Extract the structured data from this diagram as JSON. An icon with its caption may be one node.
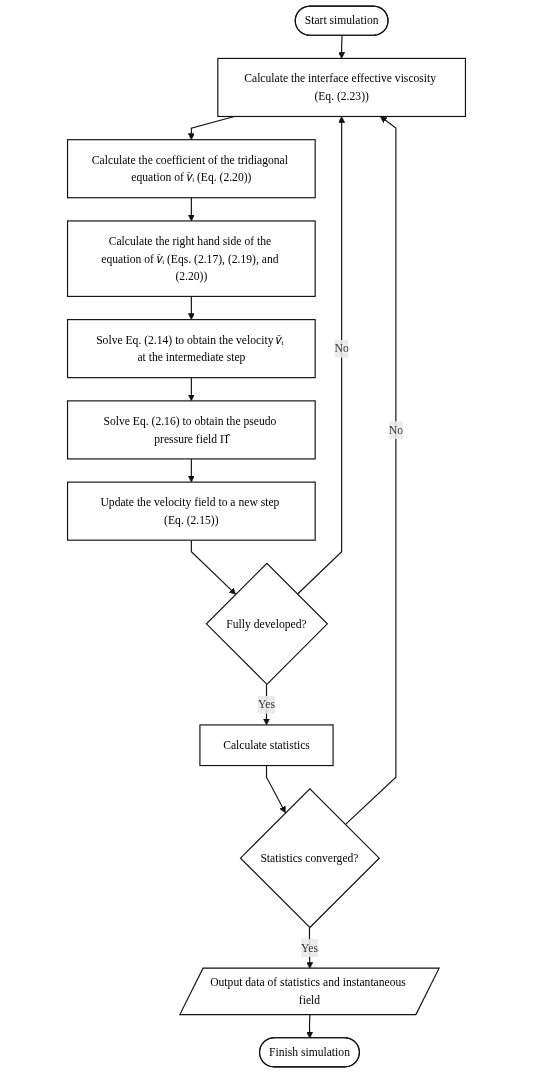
{
  "diagram": {
    "nodes": [
      {
        "text": [
          "Start simulation"
        ]
      },
      {
        "text": [
          "Calculate the interface effective viscosity (Eq. (2.23))"
        ]
      },
      {
        "text": [
          "Calculate the coefficient of the tridiagonal equation of 𝑣̂ᵢ (Eq. (2.20))"
        ]
      },
      {
        "text": [
          "Calculate the right hand side of the equation of 𝑣̂ᵢ (Eqs. (2.17), (2.19), and (2.20))"
        ]
      },
      {
        "text": [
          "Solve Eq. (2.14) to obtain the velocity 𝑣̂ᵢ at the intermediate step"
        ]
      },
      {
        "text": [
          "Solve Eq. (2.16) to obtain the pseudo pressure field Π̂"
        ]
      },
      {
        "text": [
          "Update the velocity field to a new step (Eq. (2.15))"
        ]
      },
      {
        "text": [
          "Fully developed?"
        ]
      },
      {
        "text": [
          "Calculate statistics"
        ]
      },
      {
        "text": [
          "Statistics converged?"
        ]
      },
      {
        "text": [
          "Output data of statistics and instantaneous field"
        ]
      },
      {
        "text": [
          "Finish simulation"
        ]
      }
    ],
    "edges": [
      {
        "from": 0,
        "to": 1,
        "arrow": "to"
      },
      {
        "from": 1,
        "to": 2,
        "arrow": "to"
      },
      {
        "from": 2,
        "to": 3,
        "arrow": "to"
      },
      {
        "from": 3,
        "to": 4,
        "arrow": "to"
      },
      {
        "from": 4,
        "to": 5,
        "arrow": "to"
      },
      {
        "from": 5,
        "to": 6,
        "arrow": "to"
      },
      {
        "from": 6,
        "to": 7,
        "arrow": "to"
      },
      {
        "from": 7,
        "to": 1,
        "label": "No",
        "arrow": "to"
      },
      {
        "from": 7,
        "to": 8,
        "label": "Yes",
        "arrow": "to"
      },
      {
        "from": 8,
        "to": 9,
        "arrow": "to"
      },
      {
        "from": 9,
        "to": 1,
        "label": "No",
        "arrow": "to"
      },
      {
        "from": 9,
        "to": 10,
        "label": "Yes",
        "arrow": "to"
      },
      {
        "from": 10,
        "to": 11,
        "arrow": "to"
      }
    ]
  }
}
